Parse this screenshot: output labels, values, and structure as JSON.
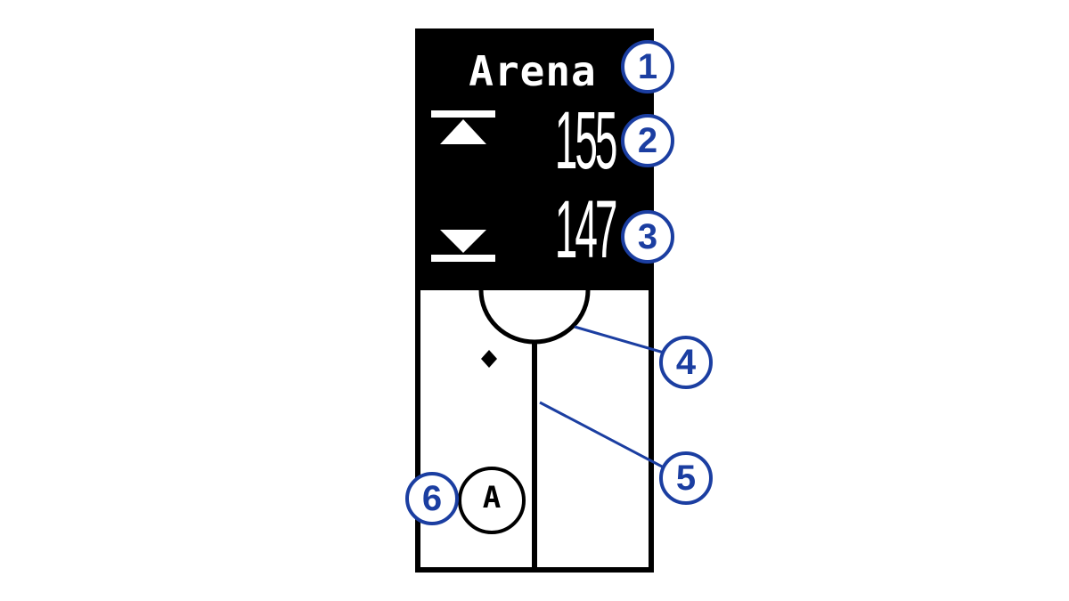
{
  "device_screen": {
    "name": "Arena",
    "back_distance": "155",
    "front_distance": "147",
    "mode_letter": "A"
  },
  "callouts": [
    "1",
    "2",
    "3",
    "4",
    "5",
    "6"
  ],
  "colors": {
    "screen_background": "#000000",
    "screen_foreground": "#ffffff",
    "callout": "#1b3ea1",
    "callout_fill": "#ffffff"
  },
  "icons": {
    "back_marker": "triangle-up-bar-icon",
    "front_marker": "triangle-down-bar-icon",
    "target": "diamond-icon",
    "mode": "circled-letter-icon"
  }
}
